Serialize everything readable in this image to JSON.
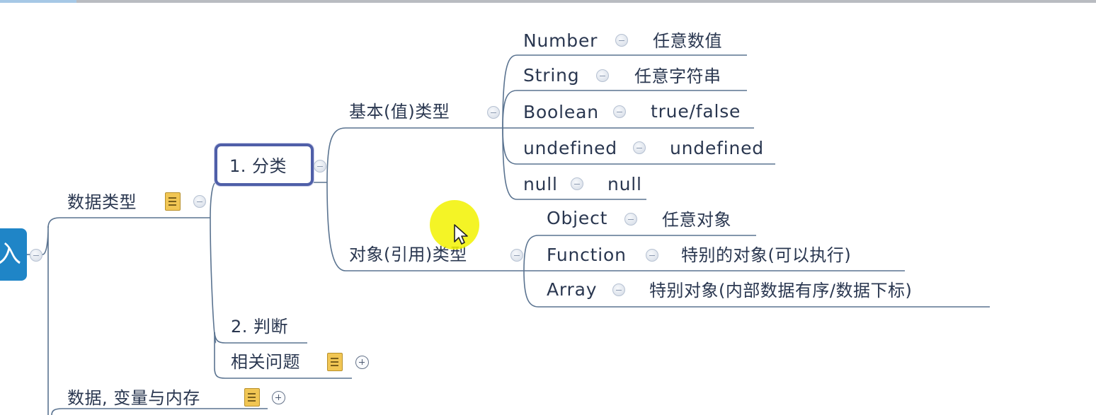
{
  "root": {
    "label": "入"
  },
  "level1": [
    {
      "label": "数据类型",
      "has_note": true,
      "state": "collapse"
    },
    {
      "label": "数据, 变量与内存",
      "has_note": true,
      "state": "expand"
    }
  ],
  "level2": [
    {
      "label": "1. 分类",
      "selected": true,
      "state": "collapse"
    },
    {
      "label": "2. 判断"
    },
    {
      "label": "相关问题",
      "has_note": true,
      "state": "expand"
    }
  ],
  "level3": [
    {
      "label": "基本(值)类型",
      "state": "collapse"
    },
    {
      "label": "对象(引用)类型",
      "state": "collapse"
    }
  ],
  "basic_types": [
    {
      "label": "Number",
      "value": "任意数值"
    },
    {
      "label": "String",
      "value": "任意字符串"
    },
    {
      "label": "Boolean",
      "value": "true/false"
    },
    {
      "label": "undefined",
      "value": "undefined"
    },
    {
      "label": "null",
      "value": "null"
    }
  ],
  "object_types": [
    {
      "label": "Object",
      "value": "任意对象"
    },
    {
      "label": "Function",
      "value": "特别的对象(可以执行)"
    },
    {
      "label": "Array",
      "value": "特别对象(内部数据有序/数据下标)"
    }
  ],
  "colors": {
    "line": "#5a7390",
    "selected_border": "#4f5fa8",
    "root_bg": "#1f85c7",
    "note": "#f1c654",
    "cursor_highlight": "#f2f200"
  },
  "icons": {
    "collapse": "minus-circle-icon",
    "expand": "plus-circle-icon",
    "note": "note-icon",
    "cursor": "mouse-cursor-icon"
  }
}
